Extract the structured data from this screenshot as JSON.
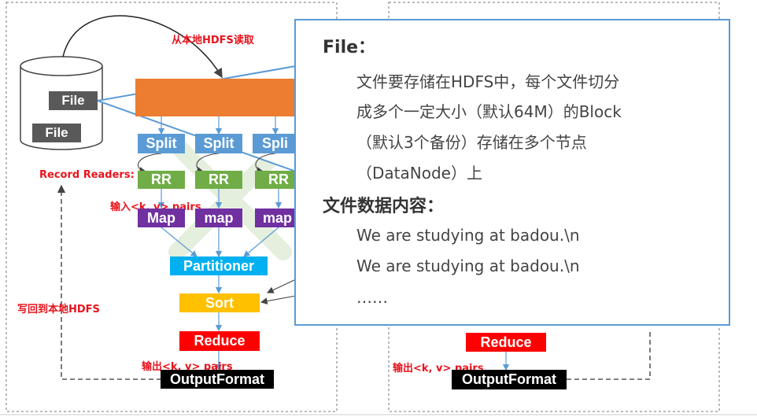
{
  "left": {
    "read_label": "从本地HDFS读取",
    "file_top": "File",
    "file_bottom": "File",
    "record_readers": "Record Readers:",
    "input_pairs": "输入<k, v> pairs",
    "write_back": "写回到本地HDFS",
    "output_pairs": "输出<k, v> pairs",
    "splits": [
      "Split",
      "Split",
      "Spli"
    ],
    "rrs": [
      "RR",
      "RR",
      "RR"
    ],
    "maps": [
      "Map",
      "map",
      "map"
    ],
    "partitioner": "Partitioner",
    "sort": "Sort",
    "reduce": "Reduce",
    "output_format": "OutputFormat"
  },
  "right": {
    "output_pairs": "输出<k, v> pairs",
    "reduce": "Reduce",
    "output_format": "OutputFormat"
  },
  "callout": {
    "heading1": "File：",
    "body_lines": [
      "文件要存储在HDFS中，每个文件切分",
      "成多个一定大小（默认64M）的Block",
      "（默认3个备份）存储在多个节点",
      "（DataNode）上"
    ],
    "heading2": "文件数据内容：",
    "content_lines": [
      "We are studying at badou.\\n",
      "We are studying at badou.\\n",
      "……"
    ]
  },
  "colors": {
    "split": "#5b9bd5",
    "rr": "#70ad47",
    "map": "#7030a0",
    "partitioner": "#00b0f0",
    "sort": "#ffc000",
    "reduce": "#ff0000",
    "output": "#000000",
    "orange_bar": "#ed7d31",
    "callout_border": "#5b9bd5"
  }
}
